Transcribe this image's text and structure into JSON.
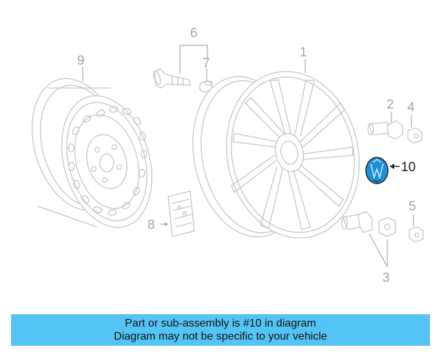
{
  "callouts": {
    "c1": "1",
    "c2": "2",
    "c3": "3",
    "c4": "4",
    "c5": "5",
    "c6": "6",
    "c7": "7",
    "c8": "8",
    "c9": "9",
    "c10": "10"
  },
  "highlight": {
    "part": "10",
    "color": "#1f8fd6"
  },
  "banner": {
    "line1": "Part or sub-assembly is #10 in diagram",
    "line2": "Diagram may not be specific to your vehicle",
    "color": "#54c4f5"
  }
}
